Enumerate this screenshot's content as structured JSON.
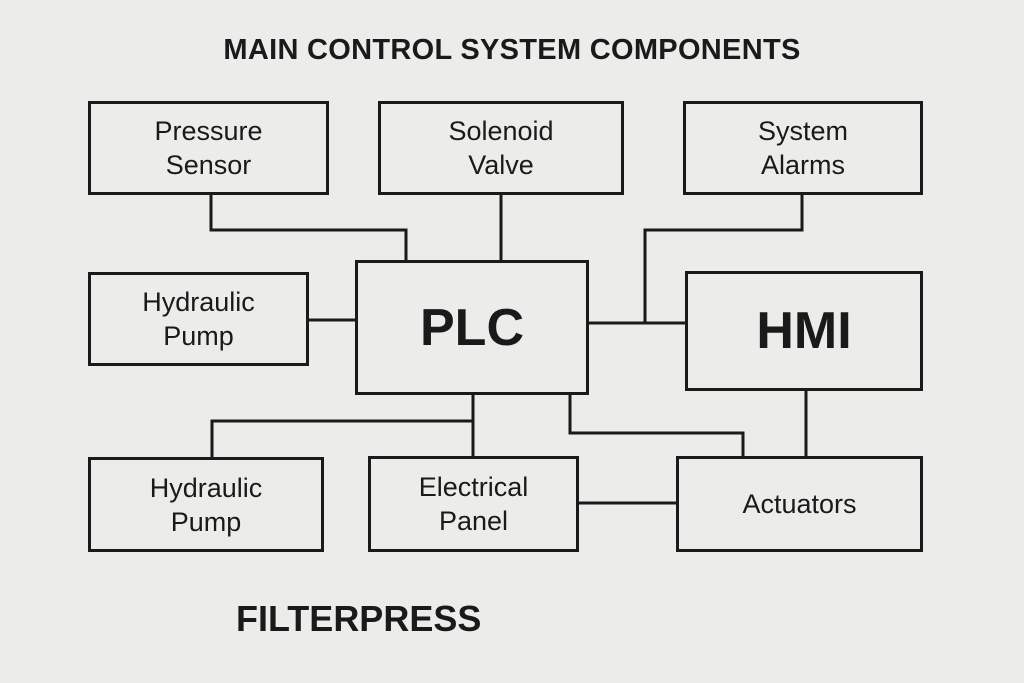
{
  "title": "MAIN CONTROL SYSTEM COMPONENTS",
  "caption": "FILTERPRESS",
  "nodes": {
    "pressure_sensor": "Pressure\nSensor",
    "solenoid_valve": "Solenoid\nValve",
    "system_alarms": "System\nAlarms",
    "hydraulic_pump_top": "Hydraulic\nPump",
    "plc": "PLC",
    "hmi": "HMI",
    "hydraulic_pump_bottom": "Hydraulic\nPump",
    "electrical_panel": "Electrical\nPanel",
    "actuators": "Actuators"
  },
  "connections": [
    [
      "pressure_sensor",
      "plc"
    ],
    [
      "solenoid_valve",
      "plc"
    ],
    [
      "system_alarms",
      "plc"
    ],
    [
      "hydraulic_pump_top",
      "plc"
    ],
    [
      "plc",
      "hmi"
    ],
    [
      "plc",
      "hydraulic_pump_bottom"
    ],
    [
      "plc",
      "electrical_panel"
    ],
    [
      "plc",
      "actuators"
    ],
    [
      "hmi",
      "actuators"
    ],
    [
      "electrical_panel",
      "actuators"
    ]
  ]
}
